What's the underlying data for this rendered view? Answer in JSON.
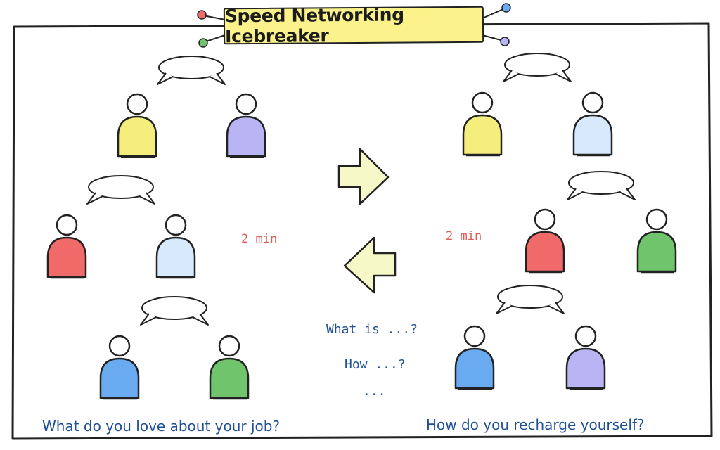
{
  "title": "Speed Networking Icebreaker",
  "timer_labels": [
    "2 min",
    "2 min"
  ],
  "prompts": [
    "What is ...?",
    "How ...?",
    "..."
  ],
  "questions": {
    "left": "What do you love about your job?",
    "right": "How do you recharge yourself?"
  },
  "colors": {
    "yellow": "#f5ee7c",
    "purple": "#b9b4f3",
    "red": "#f06a6a",
    "light_blue": "#d8e9fb",
    "blue": "#6aaaf0",
    "green": "#6fc46c",
    "arrow": "#f6f8c8",
    "ink": "#1f4f95",
    "timer": "#e05a5a",
    "title_bg": "#fbf28c"
  },
  "icons": [
    "speech-bubble-icon",
    "person-icon",
    "arrow-right-icon",
    "arrow-left-icon",
    "connector-dot-icon"
  ]
}
